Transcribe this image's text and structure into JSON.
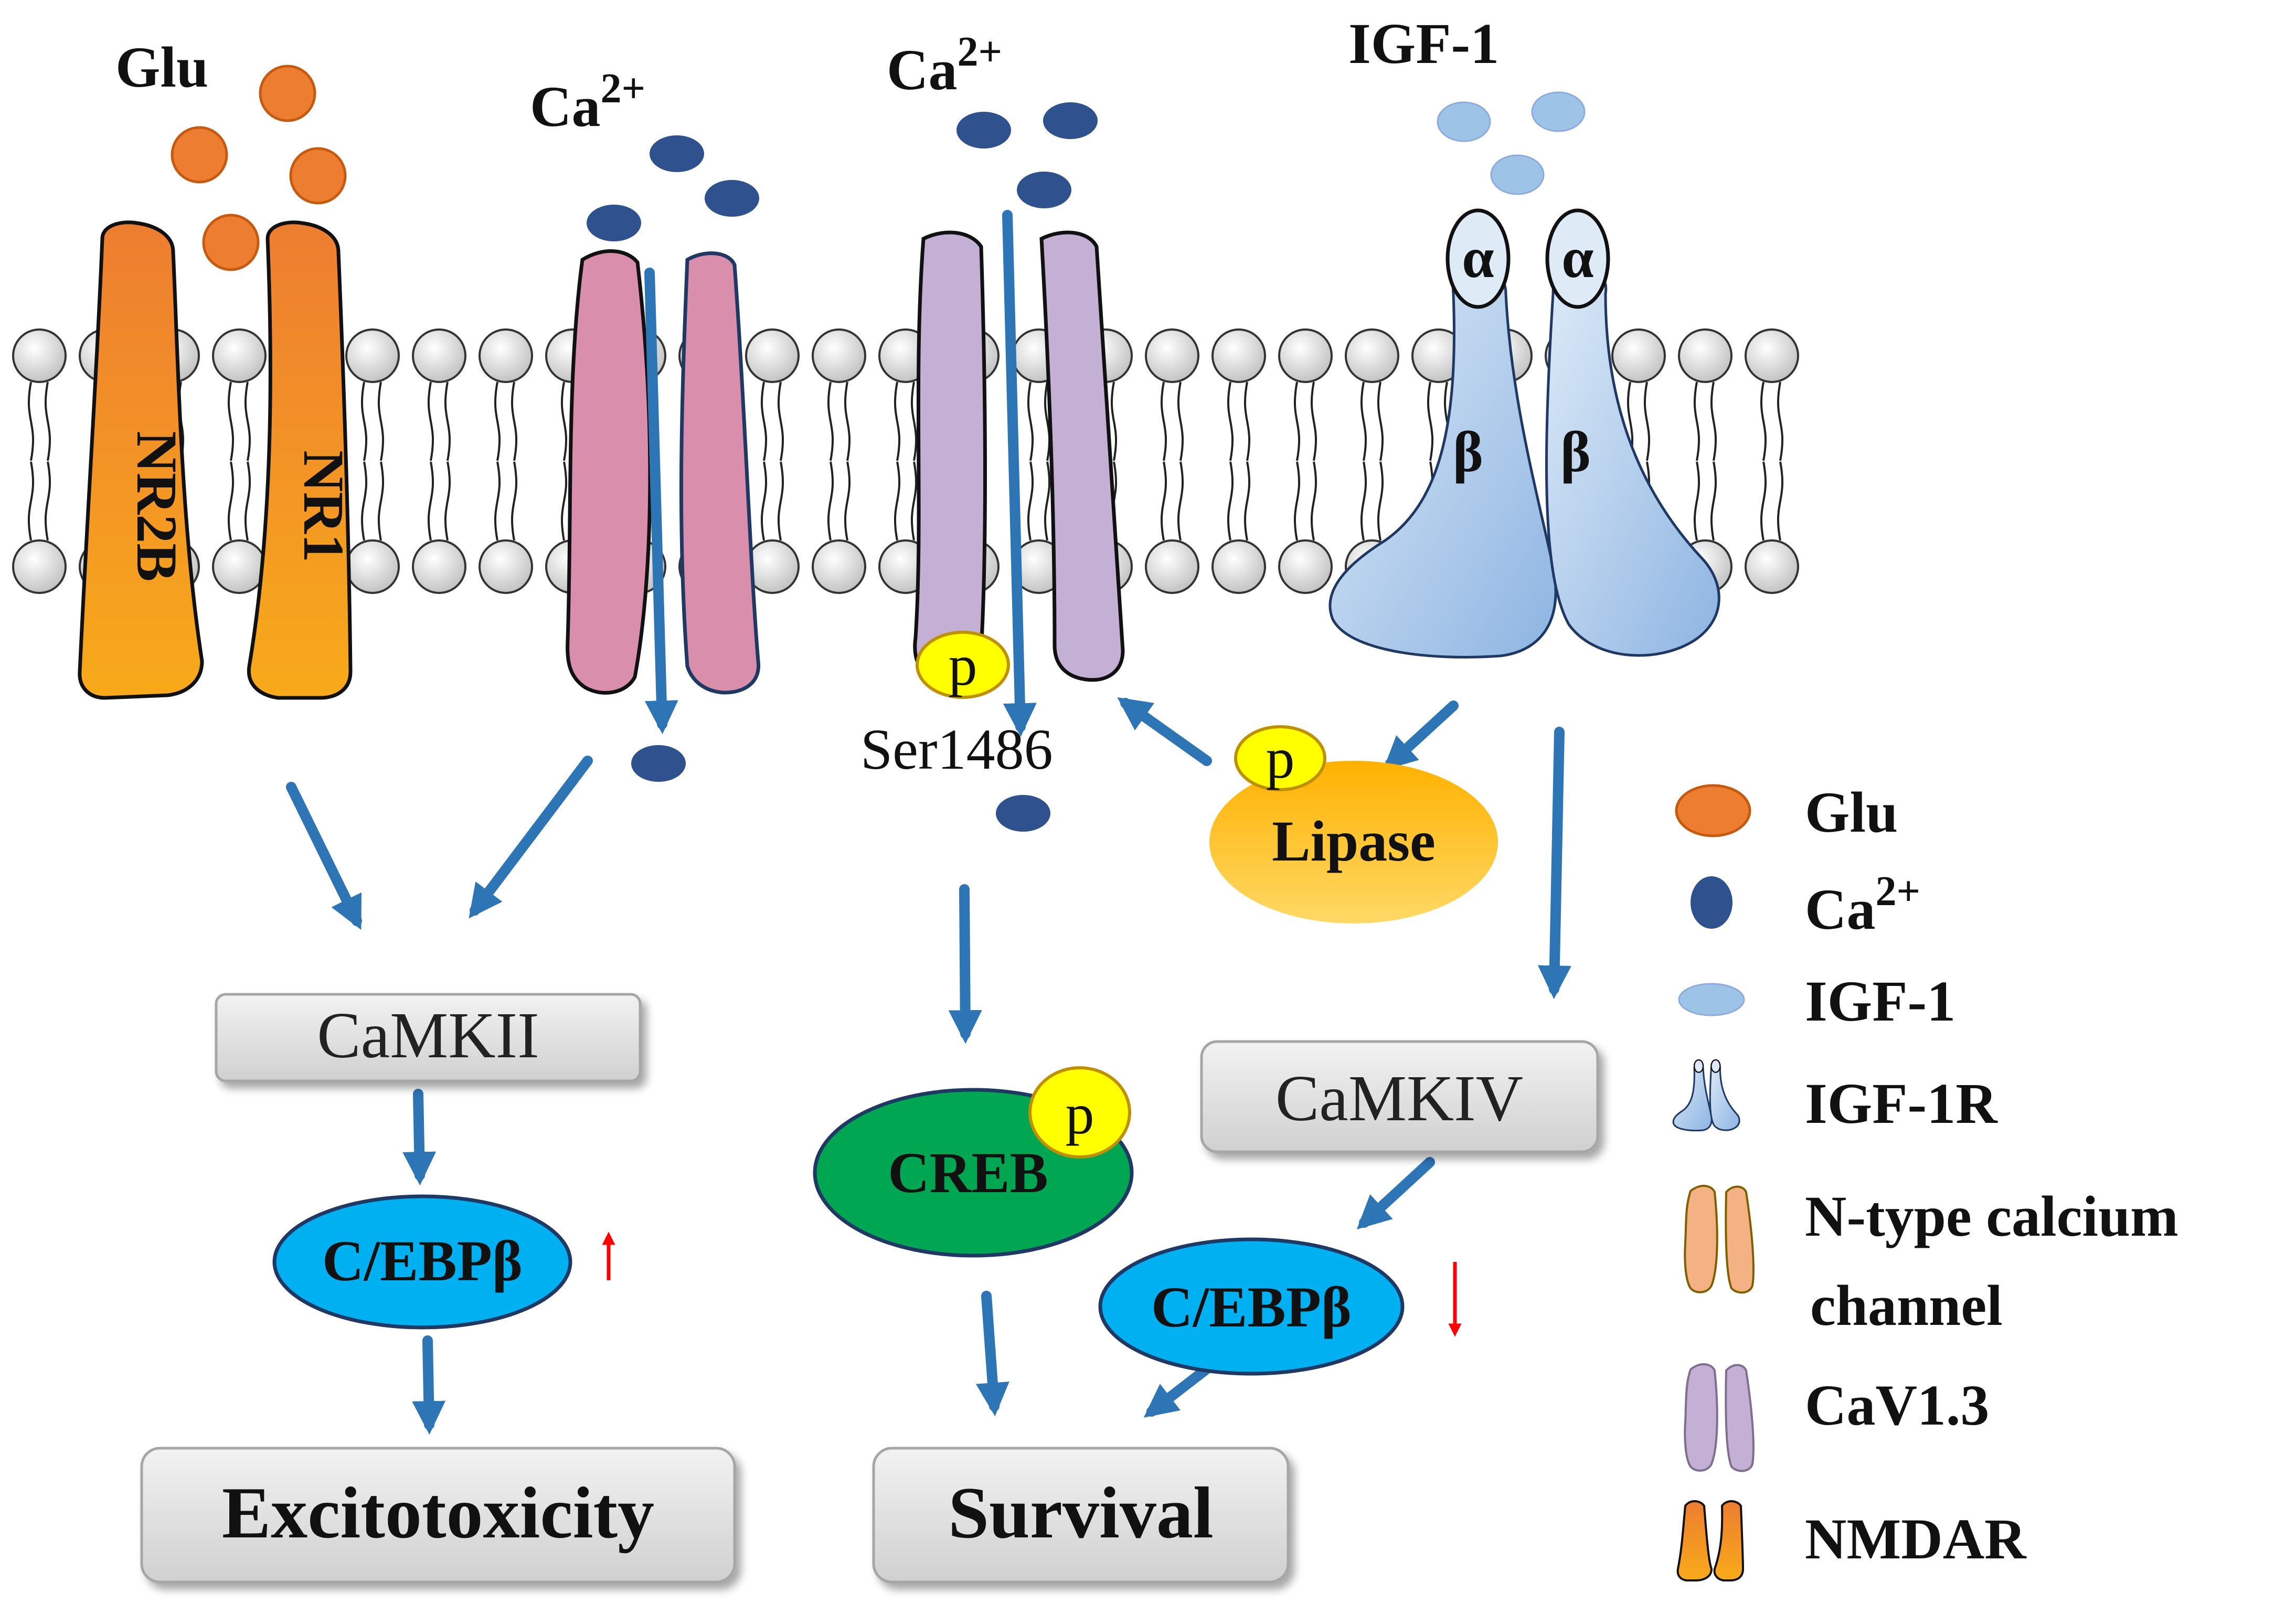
{
  "labels": {
    "glu": "Glu",
    "ca_left": "Ca",
    "ca_left_sup": "2+",
    "ca_mid": "Ca",
    "ca_mid_sup": "2+",
    "igf1": "IGF-1",
    "nr2b": "NR2B",
    "nr1": "NR1",
    "alpha": "α",
    "beta": "β",
    "phospho": "p",
    "ser1486": "Ser1486",
    "lipase": "Lipase",
    "camkii": "CaMKII",
    "camkiv": "CaMKIV",
    "cebpb": "C/EBPβ",
    "creb": "CREB",
    "excitotoxicity": "Excitotoxicity",
    "survival": "Survival"
  },
  "legend": {
    "glu": "Glu",
    "ca": "Ca",
    "ca_sup": "2+",
    "igf1": "IGF-1",
    "igf1r": "IGF-1R",
    "ntype_line1": "N-type calcium",
    "ntype_line2": "channel",
    "cav13": "CaV1.3",
    "nmdar": "NMDAR"
  },
  "colors": {
    "glu": "#ED7D31",
    "nmdar": "#F39A1E",
    "ca": "#2F528F",
    "igf1": "#9DC3E6",
    "igf1r": "#BDD7EE",
    "ntype": "#D98FAC",
    "ntype_legend": "#F4B183",
    "cav13": "#C5B0D5",
    "arrow": "#2E75B6",
    "red_arrow": "#FF0000",
    "phospho": "#FFFF00",
    "lipase": "#FFC000",
    "cebpb": "#00B0F0",
    "creb": "#00B050",
    "box": "#D9D9D9"
  }
}
